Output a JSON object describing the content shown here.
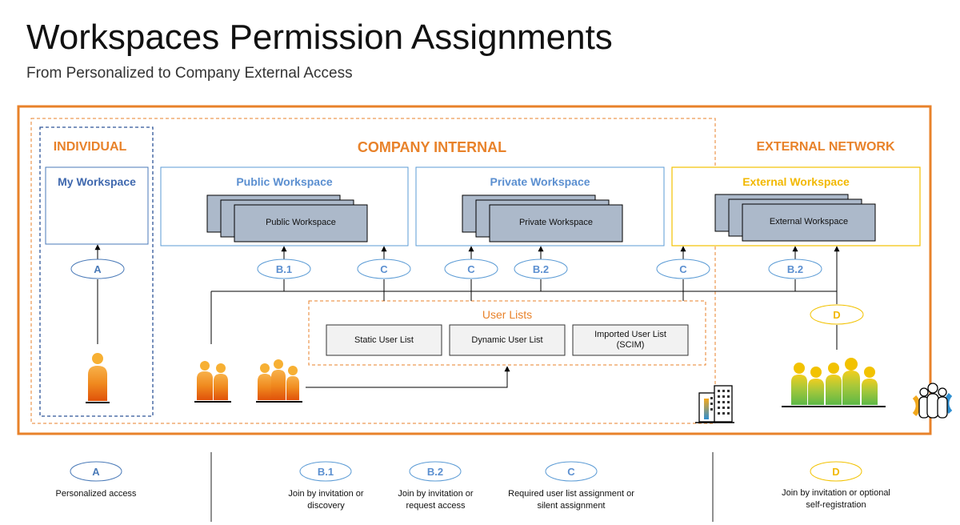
{
  "title": "Workspaces Permission Assignments",
  "subtitle": "From Personalized to Company External Access",
  "sections": {
    "individual": "INDIVIDUAL",
    "company_internal": "COMPANY INTERNAL",
    "external_network": "EXTERNAL NETWORK"
  },
  "workspaces": {
    "my": "My Workspace",
    "public": "Public Workspace",
    "public_stack": "Public Workspace",
    "private": "Private Workspace",
    "private_stack": "Private Workspace",
    "external": "External Workspace",
    "external_stack": "External Workspace"
  },
  "ovals": {
    "a": "A",
    "b1": "B.1",
    "c1": "C",
    "c2": "C",
    "b2": "B.2",
    "c3": "C",
    "b2_ext": "B.2",
    "d": "D"
  },
  "user_lists": {
    "title": "User Lists",
    "static": "Static User List",
    "dynamic": "Dynamic User List",
    "imported_line1": "Imported User List",
    "imported_line2": "(SCIM)"
  },
  "legend": {
    "a": {
      "code": "A",
      "line1": "Personalized access",
      "line2": ""
    },
    "b1": {
      "code": "B.1",
      "line1": "Join by invitation or",
      "line2": "discovery"
    },
    "b2": {
      "code": "B.2",
      "line1": "Join by invitation or",
      "line2": "request access"
    },
    "c": {
      "code": "C",
      "line1": "Required user list assignment or",
      "line2": "silent assignment"
    },
    "d": {
      "code": "D",
      "line1": "Join by invitation or optional",
      "line2": "self-registration"
    }
  },
  "colors": {
    "orange": "#E8822A",
    "blue": "#4472C4",
    "oval_blue": "#5B9BD5",
    "yellow": "#F2C200",
    "stack_fill": "#ACB9CA",
    "list_fill": "#F2F2F2"
  },
  "icons": [
    "person-orange-icon",
    "people-orange-icon",
    "building-icon",
    "people-green-icon",
    "external-users-sync-icon"
  ]
}
